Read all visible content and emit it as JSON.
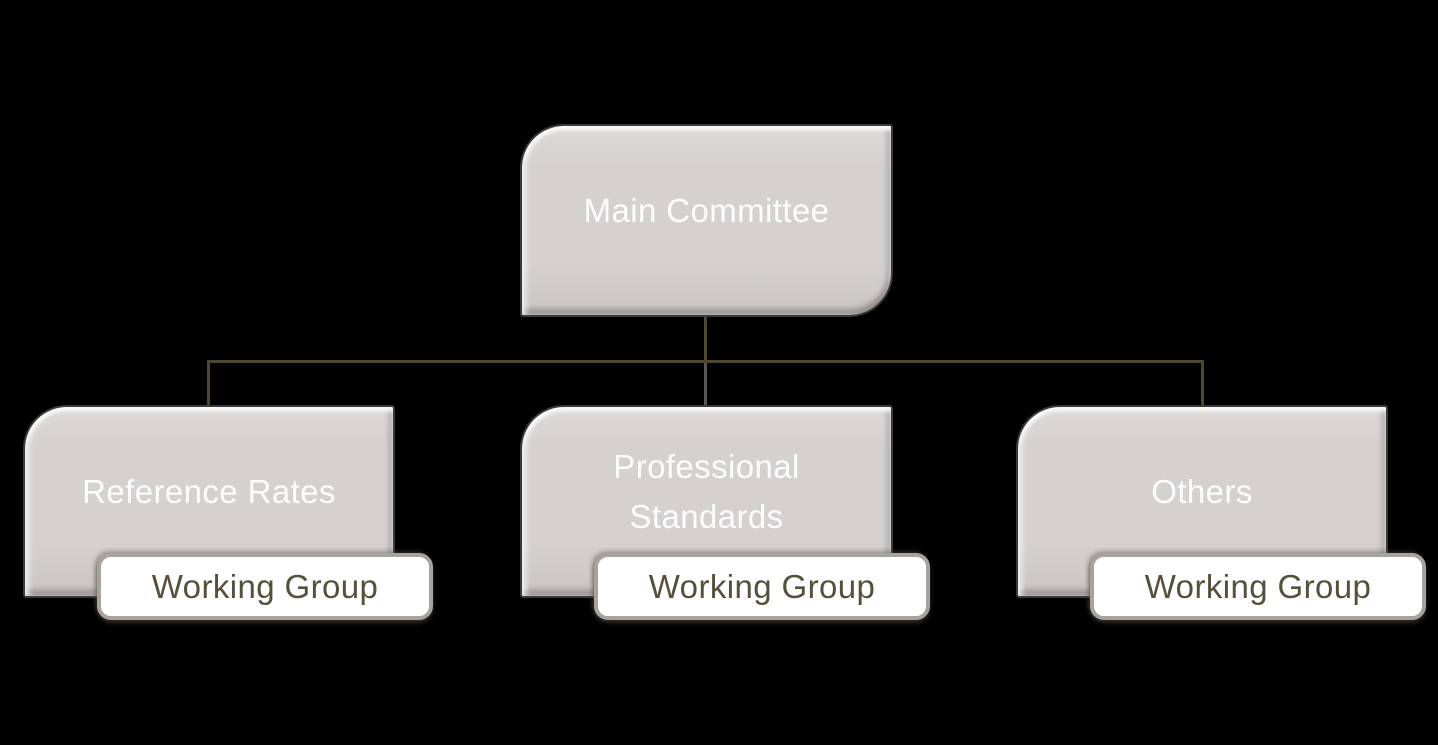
{
  "colors": {
    "canvas_bg": "#000000",
    "node_fill": "#d4d1d0",
    "node_fill_light": "#dcd9d8",
    "node_fill_dark": "#c8c5c4",
    "node_edge": "#3c3a38",
    "node_text": "#fcfcfc",
    "connector_olive": "#4e4830",
    "connector_gray": "#5c5657",
    "subnode_fill": "#ffffff",
    "subnode_border": "#a9a39f",
    "subnode_text": "#564f3b"
  },
  "org_chart": {
    "type": "organization-chart",
    "root": {
      "label": "Main Committee"
    },
    "children": [
      {
        "label": "Reference Rates",
        "working_group_label": "Working Group"
      },
      {
        "label": "Professional Standards",
        "working_group_label": "Working Group"
      },
      {
        "label": "Others",
        "working_group_label": "Working Group"
      }
    ]
  }
}
